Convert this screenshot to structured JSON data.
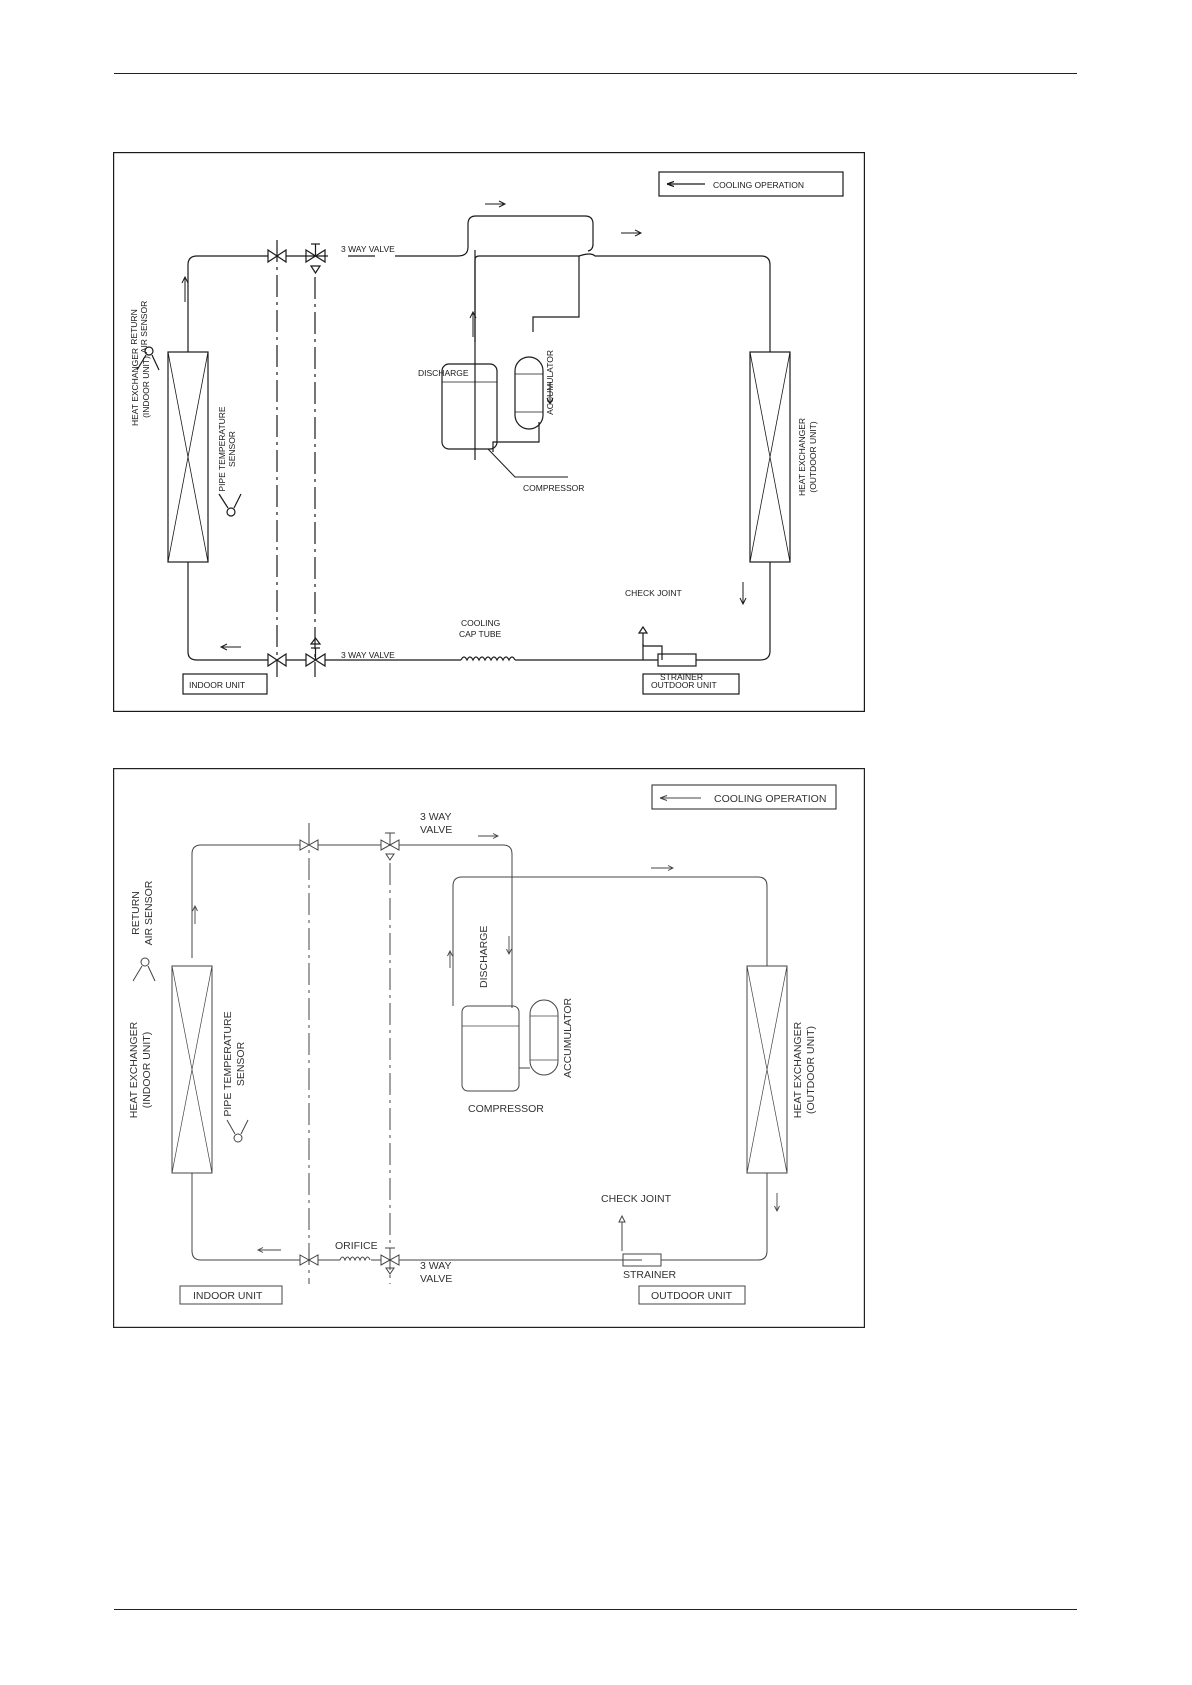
{
  "diagram_top": {
    "legend": "COOLING OPERATION",
    "valve_top": "3 WAY VALVE",
    "valve_bottom": "3 WAY VALVE",
    "return_sensor": [
      "RETURN",
      "AIR SENSOR"
    ],
    "indoor_hx": [
      "HEAT EXCHANGER",
      "(INDOOR UNIT)"
    ],
    "pipe_sensor": [
      "PIPE TEMPERATURE",
      "SENSOR"
    ],
    "discharge": "DISCHARGE",
    "accumulator": "ACCUMULATOR",
    "compressor": "COMPRESSOR",
    "outdoor_hx": [
      "HEAT EXCHANGER",
      "(OUTDOOR UNIT)"
    ],
    "check_joint": "CHECK JOINT",
    "cap_tube": [
      "COOLING",
      "CAP TUBE"
    ],
    "strainer": "STRAINER",
    "indoor_unit": "INDOOR UNIT",
    "outdoor_unit": "OUTDOOR UNIT"
  },
  "diagram_bottom": {
    "legend": "COOLING OPERATION",
    "valve_top": [
      "3 WAY",
      "VALVE"
    ],
    "valve_bottom": [
      "3 WAY",
      "VALVE"
    ],
    "return_sensor": [
      "RETURN",
      "AIR SENSOR"
    ],
    "indoor_hx": [
      "HEAT EXCHANGER",
      "(INDOOR UNIT)"
    ],
    "pipe_sensor": [
      "PIPE TEMPERATURE",
      "SENSOR"
    ],
    "discharge": "DISCHARGE",
    "accumulator": "ACCUMULATOR",
    "compressor": "COMPRESSOR",
    "outdoor_hx": [
      "HEAT EXCHANGER",
      "(OUTDOOR UNIT)"
    ],
    "check_joint": "CHECK JOINT",
    "orifice": "ORIFICE",
    "strainer": "STRAINER",
    "indoor_unit": "INDOOR UNIT",
    "outdoor_unit": "OUTDOOR UNIT"
  }
}
